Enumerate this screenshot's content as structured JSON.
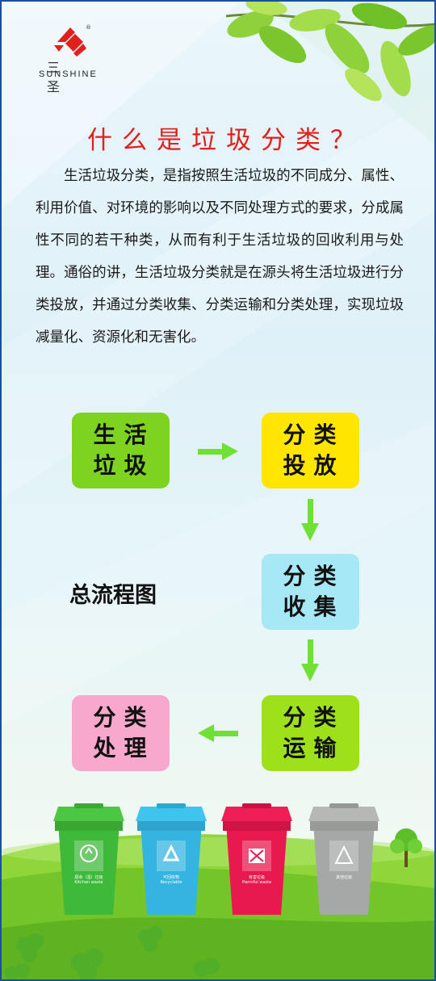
{
  "logo": {
    "cn_left": "三",
    "cn_right": "圣",
    "en": "SUNSHINE",
    "registered_mark": "®"
  },
  "title": "什么是垃圾分类？",
  "paragraph": "生活垃圾分类，是指按照生活垃圾的不同成分、属性、利用价值、对环境的影响以及不同处理方式的要求，分成属性不同的若干种类，从而有利于生活垃圾的回收利用与处理。通俗的讲，生活垃圾分类就是在源头将生活垃圾进行分类投放，并通过分类收集、分类运输和分类处理，实现垃圾减量化、资源化和无害化。",
  "flow": {
    "label": "总流程图",
    "steps": [
      {
        "line1": "生活",
        "line2": "垃圾",
        "color": "#7ed321"
      },
      {
        "line1": "分类",
        "line2": "投放",
        "color": "#ffe600"
      },
      {
        "line1": "分类",
        "line2": "收集",
        "color": "#a6e8f5"
      },
      {
        "line1": "分类",
        "line2": "运输",
        "color": "#9ee01a"
      },
      {
        "line1": "分类",
        "line2": "处理",
        "color": "#f7a8cc"
      }
    ],
    "arrow_color": "#6fe034"
  },
  "bins": [
    {
      "label": "厨余（湿）垃圾",
      "sub": "Kitchen waste",
      "color": "#3fb93a",
      "lid": "#4cc744"
    },
    {
      "label": "可回收物",
      "sub": "Recyclable",
      "color": "#34b4e0",
      "lid": "#3ec4ef"
    },
    {
      "label": "有害垃圾",
      "sub": "Harmful waste",
      "color": "#e8194f",
      "lid": "#f01e56"
    },
    {
      "label": "其他垃圾",
      "sub": "",
      "color": "#a5a8a6",
      "lid": "#b6b8b6"
    }
  ],
  "colors": {
    "title": "#e0201b",
    "logo_red": "#e0201b",
    "border": "#1a4fa0"
  }
}
